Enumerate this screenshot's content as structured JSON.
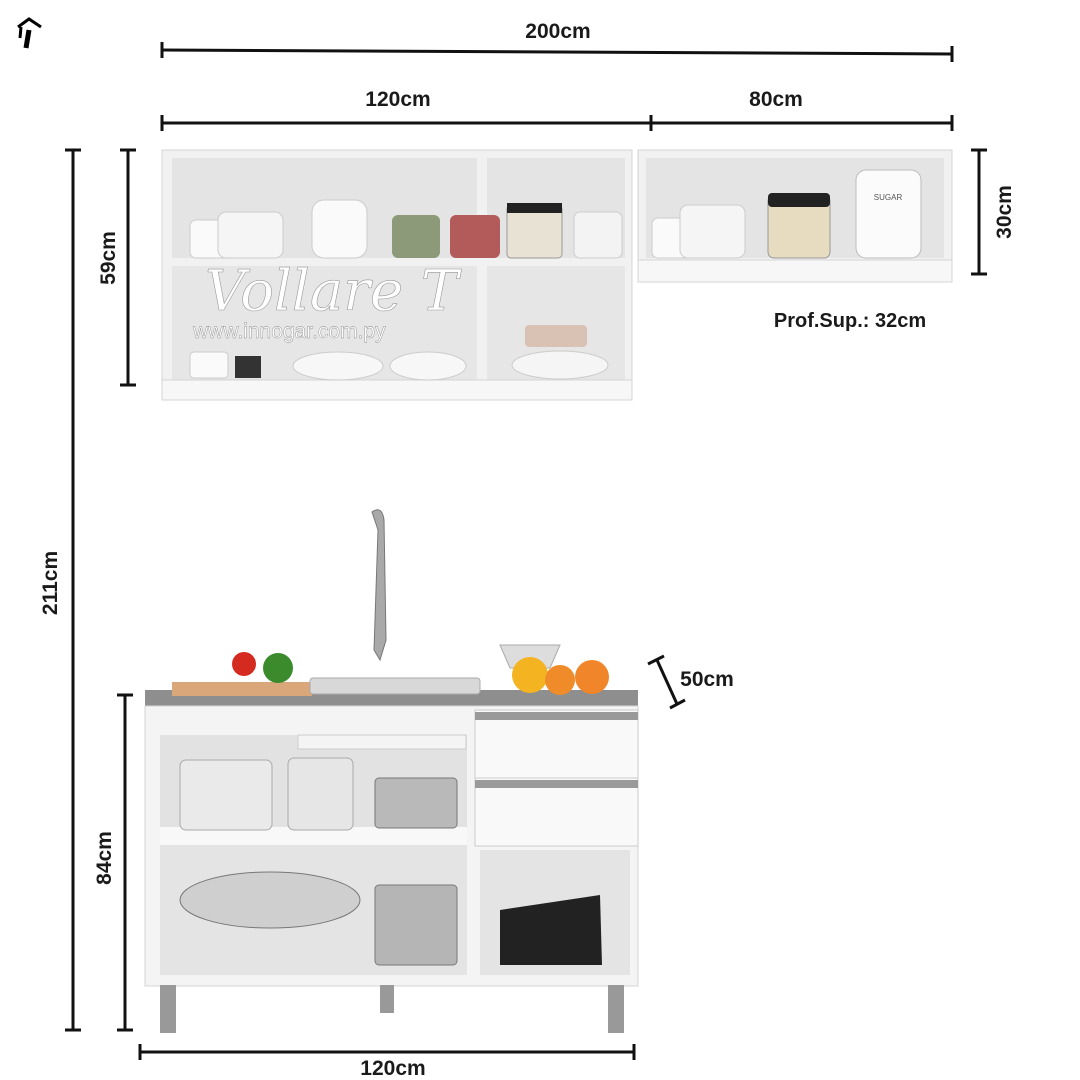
{
  "brand_logo": "innogar house logo",
  "watermark": {
    "brand": "Vollare T",
    "url": "www.innogar.com.py"
  },
  "dimensions": {
    "total_width": "200cm",
    "upper_left_width": "120cm",
    "upper_right_width": "80cm",
    "upper_left_height": "59cm",
    "upper_right_height": "30cm",
    "upper_depth": "Prof.Sup.: 32cm",
    "total_height": "211cm",
    "lower_height": "84cm",
    "lower_depth": "50cm",
    "lower_width": "120cm"
  },
  "product_label": "SUGAR"
}
